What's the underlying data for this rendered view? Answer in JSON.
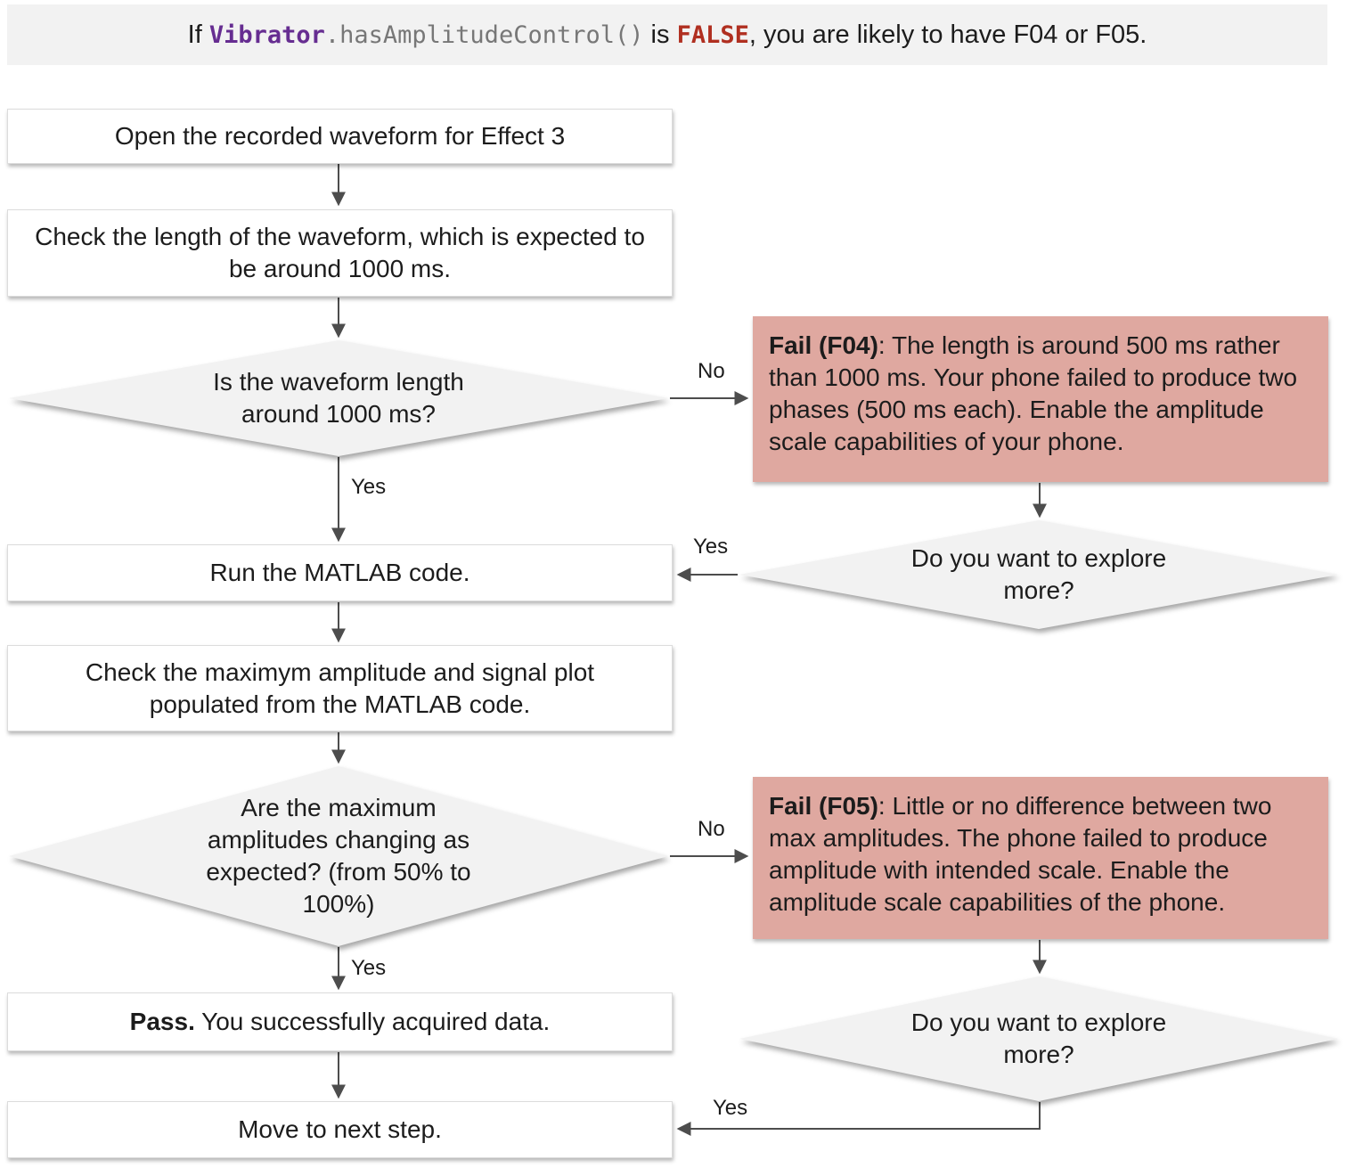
{
  "header": {
    "prefix": "If ",
    "code_class": "Vibrator",
    "code_method": ".hasAmplitudeControl()",
    "middle": " is ",
    "code_false": "FALSE",
    "suffix": ", you are likely to have F04 or F05."
  },
  "nodes": {
    "open_waveform": {
      "text": "Open the recorded waveform for Effect 3"
    },
    "check_length": {
      "text": "Check the length of the waveform, which is expected to be around 1000 ms."
    },
    "length_question": {
      "text": "Is the waveform length around 1000 ms?"
    },
    "run_matlab": {
      "text": "Run the MATLAB code."
    },
    "check_amplitude": {
      "text": "Check the maximym amplitude and signal plot populated from the MATLAB code."
    },
    "amplitude_question": {
      "text": "Are the maximum amplitudes changing as expected? (from 50% to 100%)"
    },
    "pass": {
      "bold": "Pass.",
      "text": " You successfully acquired data."
    },
    "next_step": {
      "text": "Move to next step."
    },
    "fail_f04": {
      "bold": "Fail (F04)",
      "text": ": The length is around 500 ms rather than 1000 ms. Your phone failed to produce two phases (500 ms each). Enable the amplitude scale capabilities of your phone."
    },
    "fail_f05": {
      "bold": "Fail (F05)",
      "text": ": Little or no difference between two max amplitudes. The phone failed to produce amplitude with intended scale. Enable the amplitude scale capabilities of the phone."
    },
    "explore_more_1": {
      "text": "Do you want to explore more?"
    },
    "explore_more_2": {
      "text": "Do you want to explore more?"
    }
  },
  "edge_labels": {
    "yes_length": "Yes",
    "no_length": "No",
    "yes_explore_1": "Yes",
    "yes_amplitude": "Yes",
    "no_amplitude": "No",
    "yes_explore_2": "Yes"
  },
  "colors": {
    "header_bg": "#f2f2f2",
    "diamond_bg": "#f2f2f2",
    "fail_bg": "#dfa8a0",
    "code_class": "#662d91",
    "code_gray": "#777777",
    "false_red": "#b02f20",
    "arrow": "#4d4d4d"
  }
}
